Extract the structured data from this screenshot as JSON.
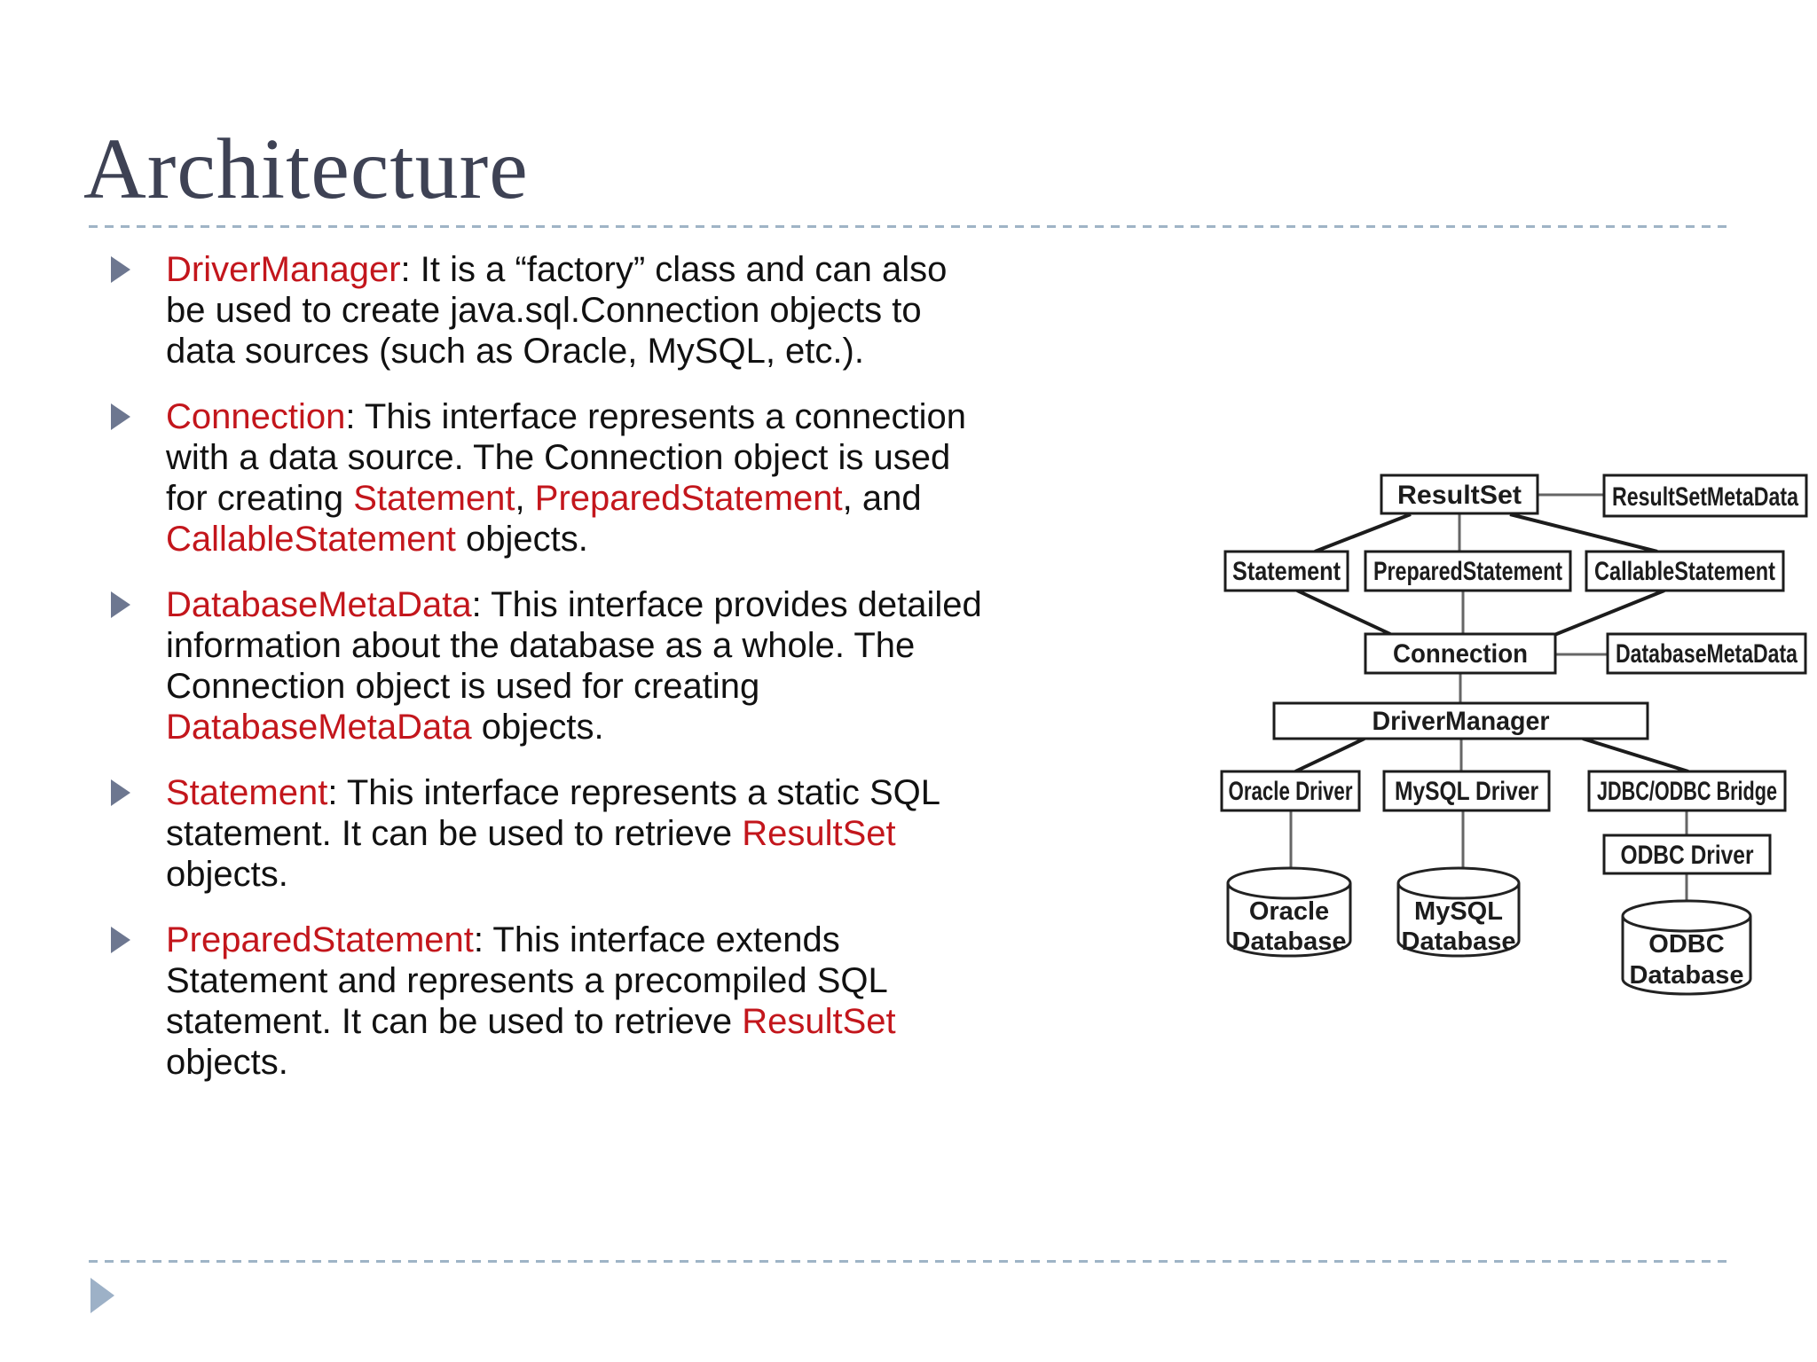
{
  "slide": {
    "title": "Architecture",
    "bullets": [
      {
        "runs": [
          {
            "t": "DriverManager",
            "red": true
          },
          {
            "t": ": It is a “factory” class and can also"
          },
          {
            "br": true
          },
          {
            "t": "be used to create java.sql.Connection objects to"
          },
          {
            "br": true
          },
          {
            "t": "data sources (such as Oracle, MySQL, etc.)."
          }
        ]
      },
      {
        "runs": [
          {
            "t": "Connection",
            "red": true
          },
          {
            "t": ": This interface represents a connection"
          },
          {
            "br": true
          },
          {
            "t": "with a data source. The Connection object is used"
          },
          {
            "br": true
          },
          {
            "t": "for creating "
          },
          {
            "t": "Statement",
            "red": true
          },
          {
            "t": ", "
          },
          {
            "t": "PreparedStatement",
            "red": true
          },
          {
            "t": ", and"
          },
          {
            "br": true
          },
          {
            "t": "CallableStatement",
            "red": true
          },
          {
            "t": " objects."
          }
        ]
      },
      {
        "runs": [
          {
            "t": "DatabaseMetaData",
            "red": true
          },
          {
            "t": ": This interface provides detailed"
          },
          {
            "br": true
          },
          {
            "t": "information about the database as a whole. The"
          },
          {
            "br": true
          },
          {
            "t": "Connection object is used for creating"
          },
          {
            "br": true
          },
          {
            "t": "DatabaseMetaData",
            "red": true
          },
          {
            "t": " objects."
          }
        ]
      },
      {
        "runs": [
          {
            "t": "Statement",
            "red": true
          },
          {
            "t": ": This interface represents a static SQL"
          },
          {
            "br": true
          },
          {
            "t": "statement. It can be used to retrieve "
          },
          {
            "t": "ResultSet",
            "red": true
          },
          {
            "br": true
          },
          {
            "t": "objects."
          }
        ]
      },
      {
        "runs": [
          {
            "t": "PreparedStatement",
            "red": true
          },
          {
            "t": ": This interface extends"
          },
          {
            "br": true
          },
          {
            "t": "Statement and represents a precompiled SQL"
          },
          {
            "br": true
          },
          {
            "t": "statement. It can be used to retrieve "
          },
          {
            "t": "ResultSet",
            "red": true
          },
          {
            "br": true
          },
          {
            "t": "objects."
          }
        ]
      }
    ],
    "colors": {
      "accent_red": "#c3161c",
      "title_text": "#3e4254",
      "body_text": "#111111",
      "bullet_marker": "#6d7790",
      "footer_marker": "#9db1c7",
      "dashed_line": "#9fb4c6"
    }
  },
  "diagram": {
    "labels": {
      "resultset": "ResultSet",
      "resultsetmetadata": "ResultSetMetaData",
      "statement": "Statement",
      "preparedstatement": "PreparedStatement",
      "callablestatement": "CallableStatement",
      "connection": "Connection",
      "databasemetadata": "DatabaseMetaData",
      "drivermanager": "DriverManager",
      "oracledriver": "Oracle Driver",
      "mysqldriver": "MySQL Driver",
      "jdbcodbcbridge": "JDBC/ODBC Bridge",
      "odbcdriver": "ODBC Driver",
      "oracledb1": "Oracle",
      "oracledb2": "Database",
      "mysqldb1": "MySQL",
      "mysqldb2": "Database",
      "odbcdb1": "ODBC",
      "odbcdb2": "Database"
    },
    "connections": [
      "ResultSet - ResultSetMetaData",
      "ResultSet - Statement",
      "ResultSet - PreparedStatement",
      "ResultSet - CallableStatement",
      "Statement - Connection",
      "PreparedStatement - Connection",
      "CallableStatement - Connection",
      "Connection - DatabaseMetaData",
      "Connection - DriverManager",
      "DriverManager - Oracle Driver",
      "DriverManager - MySQL Driver",
      "DriverManager - JDBC/ODBC Bridge",
      "Oracle Driver - Oracle Database",
      "MySQL Driver - MySQL Database",
      "JDBC/ODBC Bridge - ODBC Driver",
      "ODBC Driver - ODBC Database"
    ]
  }
}
